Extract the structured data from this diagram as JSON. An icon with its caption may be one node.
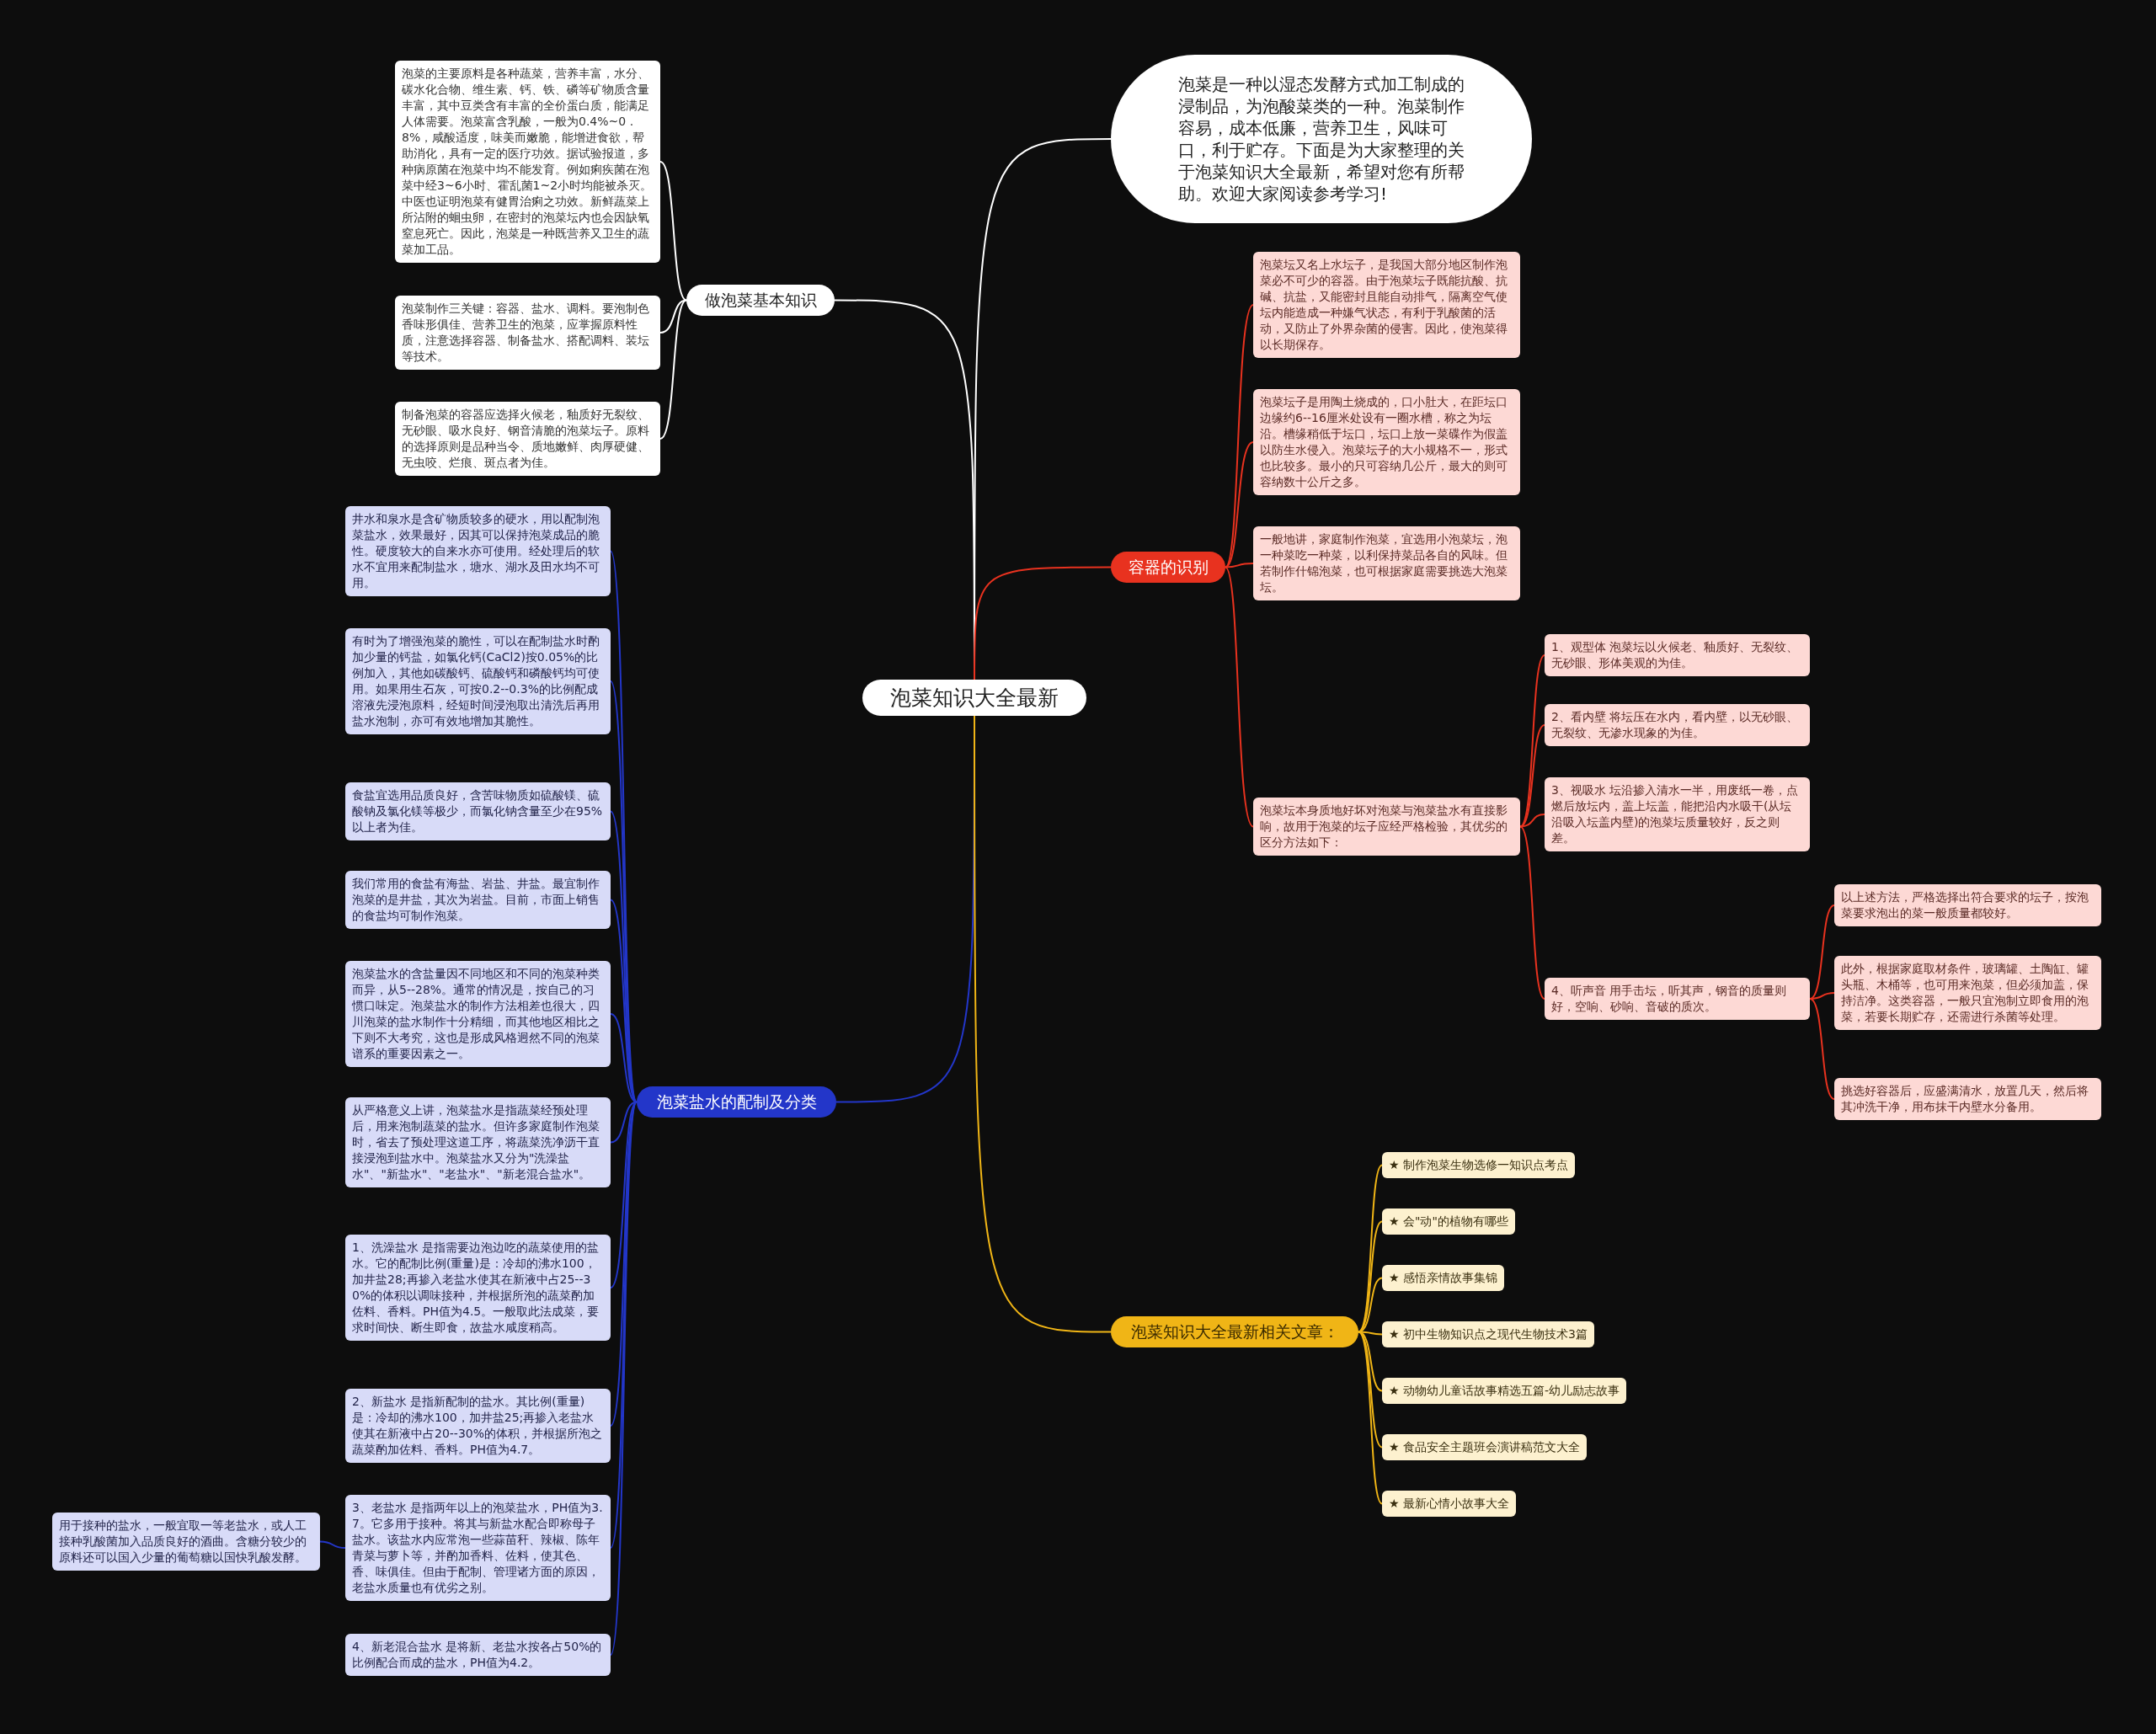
{
  "diagram": {
    "nodes": [
      {
        "text": [
          "泡菜知识大全最新"
        ]
      },
      {
        "text": [
          "泡菜是一种以湿态发酵方式加工制成的浸制品，为泡酸菜类的一种。泡菜制作容易，成本低廉，营养卫生，风味可口，利于贮存。下面是为大家整理的关于泡菜知识大全最新，希望对您有所帮助。欢迎大家阅读参考学习!"
        ]
      },
      {
        "text": [
          "做泡菜基本知识"
        ]
      },
      {
        "text": [
          "泡菜的主要原料是各种蔬菜，营养丰富，水分、碳水化合物、维生素、钙、铁、磷等矿物质含量丰富，其中豆类含有丰富的全价蛋白质，能满足人体需要。泡菜富含乳酸，一般为0.4%~0 .8%，咸酸适度，味美而嫩脆，能增进食欲，帮助消化，具有一定的医疗功效。据试验报道，多种病原菌在泡菜中均不能发育。例如痢疾菌在泡菜中经3~6小时、霍乱菌1~2小时均能被杀灭。中医也证明泡菜有健胃治痢之功效。新鲜蔬菜上所沾附的蛔虫卵，在密封的泡菜坛内也会因缺氧窒息死亡。因此，泡菜是一种既营养又卫生的蔬菜加工品。"
        ]
      },
      {
        "text": [
          "泡菜制作三关键：容器、盐水、调料。要泡制色香味形俱佳、营养卫生的泡菜，应掌握原料性质，注意选择容器、制备盐水、搭配调料、装坛等技术。"
        ]
      },
      {
        "text": [
          "制备泡菜的容器应选择火候老，釉质好无裂纹、无砂眼、吸水良好、钢音清脆的泡菜坛子。原料的选择原则是品种当令、质地嫩鲜、肉厚硬健、无虫咬、烂痕、斑点者为佳。"
        ]
      },
      {
        "text": [
          "容器的识别"
        ]
      },
      {
        "text": [
          "泡菜坛又名上水坛子，是我国大部分地区制作泡菜必不可少的容器。由于泡菜坛子既能抗酸、抗碱、抗盐，又能密封且能自动排气，隔离空气使坛内能造成一种嫌气状态，有利于乳酸菌的活动，又防止了外界杂菌的侵害。因此，使泡菜得以长期保存。"
        ]
      },
      {
        "text": [
          "泡菜坛子是用陶土烧成的，口小肚大，在距坛口边缘约6--16厘米处设有一圈水槽，称之为坛沿。槽缘稍低于坛口，坛口上放一菜碟作为假盖以防生水侵入。泡菜坛子的大小规格不一，形式也比较多。最小的只可容纳几公斤，最大的则可容纳数十公斤之多。"
        ]
      },
      {
        "text": [
          "一般地讲，家庭制作泡菜，宜选用小泡菜坛，泡一种菜吃一种菜，以利保持菜品各自的风味。但若制作什锦泡菜，也可根据家庭需要挑选大泡菜坛。"
        ]
      },
      {
        "text": [
          "泡菜坛本身质地好坏对泡菜与泡菜盐水有直接影响，故用于泡菜的坛子应经严格检验，其优劣的区分方法如下："
        ]
      },
      {
        "text": [
          "1、观型体 泡菜坛以火候老、釉质好、无裂纹、无砂眼、形体美观的为佳。"
        ]
      },
      {
        "text": [
          "2、看内壁 将坛压在水内，看内壁，以无砂眼、无裂纹、无渗水现象的为佳。"
        ]
      },
      {
        "text": [
          "3、视吸水 坛沿掺入清水一半，用废纸一卷，点燃后放坛内，盖上坛盖，能把沿内水吸干(从坛沿吸入坛盖内壁)的泡菜坛质量较好，反之则差。"
        ]
      },
      {
        "text": [
          "4、听声音 用手击坛，听其声，钢音的质量则好，空响、砂响、音破的质次。"
        ]
      },
      {
        "text": [
          "以上述方法，严格选择出符合要求的坛子，按泡菜要求泡出的菜一般质量都较好。"
        ]
      },
      {
        "text": [
          "此外，根据家庭取材条件，玻璃罐、土陶缸、罐头瓶、木桶等，也可用来泡菜，但必须加盖，保持洁净。这类容器，一般只宜泡制立即食用的泡菜，若要长期贮存，还需进行杀菌等处理。"
        ]
      },
      {
        "text": [
          "挑选好容器后，应盛满清水，放置几天，然后将其冲洗干净，用布抹干内壁水分备用。"
        ]
      },
      {
        "text": [
          "泡菜盐水的配制及分类"
        ]
      },
      {
        "text": [
          "井水和泉水是含矿物质较多的硬水，用以配制泡菜盐水，效果最好，因其可以保持泡菜成品的脆性。硬度较大的自来水亦可使用。经处理后的软水不宜用来配制盐水，塘水、湖水及田水均不可用。"
        ]
      },
      {
        "text": [
          "有时为了增强泡菜的脆性，可以在配制盐水时酌加少量的钙盐，如氯化钙(CaCl2)按0.05%的比例加入，其他如碳酸钙、硫酸钙和磷酸钙均可使用。如果用生石灰，可按0.2--0.3%的比例配成溶液先浸泡原料，经短时间浸泡取出清洗后再用盐水泡制，亦可有效地增加其脆性。"
        ]
      },
      {
        "text": [
          "食盐宜选用品质良好，含苦味物质如硫酸镁、硫酸钠及氯化镁等极少，而氯化钠含量至少在95%以上者为佳。"
        ]
      },
      {
        "text": [
          "我们常用的食盐有海盐、岩盐、井盐。最宜制作泡菜的是井盐，其次为岩盐。目前，市面上销售的食盐均可制作泡菜。"
        ]
      },
      {
        "text": [
          "泡菜盐水的含盐量因不同地区和不同的泡菜种类而异，从5--28%。通常的情况是，按自己的习惯口味定。泡菜盐水的制作方法相差也很大，四川泡菜的盐水制作十分精细，而其他地区相比之下则不大考究，这也是形成风格迥然不同的泡菜谱系的重要因素之一。"
        ]
      },
      {
        "text": [
          "从严格意义上讲，泡菜盐水是指蔬菜经预处理后，用来泡制蔬菜的盐水。但许多家庭制作泡菜时，省去了预处理这道工序，将蔬菜洗净沥干直接浸泡到盐水中。泡菜盐水又分为\"洗澡盐水\"、\"新盐水\"、\"老盐水\"、\"新老混合盐水\"。"
        ]
      },
      {
        "text": [
          "1、洗澡盐水 是指需要边泡边吃的蔬菜使用的盐水。它的配制比例(重量)是：冷却的沸水100，加井盐28;再掺入老盐水使其在新液中占25--30%的体积以调味接种，并根据所泡的蔬菜酌加佐料、香料。PH值为4.5。一般取此法成菜，要求时间快、断生即食，故盐水咸度稍高。"
        ]
      },
      {
        "text": [
          "2、新盐水 是指新配制的盐水。其比例(重量)是：冷却的沸水100，加井盐25;再掺入老盐水使其在新液中占20--30%的体积，并根据所泡之蔬菜酌加佐料、香料。PH值为4.7。"
        ]
      },
      {
        "text": [
          "3、老盐水 是指两年以上的泡菜盐水，PH值为3.7。它多用于接种。将其与新盐水配合即称母子盐水。该盐水内应常泡一些蒜苗秆、辣椒、陈年青菜与萝卜等，并酌加香料、佐料，使其色、香、味俱佳。但由于配制、管理诸方面的原因，老盐水质量也有优劣之别。"
        ]
      },
      {
        "text": [
          "4、新老混合盐水 是将新、老盐水按各占50%的比例配合而成的盐水，PH值为4.2。"
        ]
      },
      {
        "text": [
          "用于接种的盐水，一般宜取一等老盐水，或人工接种乳酸菌加入品质良好的酒曲。含糖分较少的原料还可以国入少量的葡萄糖以国快乳酸发酵。"
        ]
      },
      {
        "text": [
          "泡菜知识大全最新相关文章："
        ]
      },
      {
        "text": [
          "★ 制作泡菜生物选修一知识点考点"
        ]
      },
      {
        "text": [
          "★ 会\"动\"的植物有哪些"
        ]
      },
      {
        "text": [
          "★ 感悟亲情故事集锦"
        ]
      },
      {
        "text": [
          "★ 初中生物知识点之现代生物技术3篇"
        ]
      },
      {
        "text": [
          "★ 动物幼儿童话故事精选五篇-幼儿励志故事"
        ]
      },
      {
        "text": [
          "★ 食品安全主题班会演讲稿范文大全"
        ]
      },
      {
        "text": [
          "★ 最新心情小故事大全"
        ]
      }
    ],
    "edges": [
      {
        "from": 0,
        "to": 1,
        "arrow": "none",
        "color": "#ffffff"
      },
      {
        "from": 0,
        "to": 2,
        "arrow": "none",
        "color": "#ffffff"
      },
      {
        "from": 2,
        "to": 3,
        "arrow": "none",
        "color": "#ffffff"
      },
      {
        "from": 2,
        "to": 4,
        "arrow": "none",
        "color": "#ffffff"
      },
      {
        "from": 2,
        "to": 5,
        "arrow": "none",
        "color": "#ffffff"
      },
      {
        "from": 0,
        "to": 6,
        "arrow": "none",
        "color": "#e8321f"
      },
      {
        "from": 6,
        "to": 7,
        "arrow": "none",
        "color": "#e8321f"
      },
      {
        "from": 6,
        "to": 8,
        "arrow": "none",
        "color": "#e8321f"
      },
      {
        "from": 6,
        "to": 9,
        "arrow": "none",
        "color": "#e8321f"
      },
      {
        "from": 6,
        "to": 10,
        "arrow": "none",
        "color": "#e8321f"
      },
      {
        "from": 10,
        "to": 11,
        "arrow": "none",
        "color": "#e8321f"
      },
      {
        "from": 10,
        "to": 12,
        "arrow": "none",
        "color": "#e8321f"
      },
      {
        "from": 10,
        "to": 13,
        "arrow": "none",
        "color": "#e8321f"
      },
      {
        "from": 10,
        "to": 14,
        "arrow": "none",
        "color": "#e8321f"
      },
      {
        "from": 14,
        "to": 15,
        "arrow": "none",
        "color": "#e8321f"
      },
      {
        "from": 14,
        "to": 16,
        "arrow": "none",
        "color": "#e8321f"
      },
      {
        "from": 14,
        "to": 17,
        "arrow": "none",
        "color": "#e8321f"
      },
      {
        "from": 0,
        "to": 18,
        "arrow": "none",
        "color": "#2336c9"
      },
      {
        "from": 18,
        "to": 19,
        "arrow": "none",
        "color": "#2336c9"
      },
      {
        "from": 18,
        "to": 20,
        "arrow": "none",
        "color": "#2336c9"
      },
      {
        "from": 18,
        "to": 21,
        "arrow": "none",
        "color": "#2336c9"
      },
      {
        "from": 18,
        "to": 22,
        "arrow": "none",
        "color": "#2336c9"
      },
      {
        "from": 18,
        "to": 23,
        "arrow": "none",
        "color": "#2336c9"
      },
      {
        "from": 18,
        "to": 24,
        "arrow": "none",
        "color": "#2336c9"
      },
      {
        "from": 18,
        "to": 25,
        "arrow": "none",
        "color": "#2336c9"
      },
      {
        "from": 18,
        "to": 26,
        "arrow": "none",
        "color": "#2336c9"
      },
      {
        "from": 18,
        "to": 27,
        "arrow": "none",
        "color": "#2336c9"
      },
      {
        "from": 18,
        "to": 28,
        "arrow": "none",
        "color": "#2336c9"
      },
      {
        "from": 27,
        "to": 29,
        "arrow": "none",
        "color": "#2336c9"
      },
      {
        "from": 0,
        "to": 30,
        "arrow": "none",
        "color": "#f0b516"
      },
      {
        "from": 30,
        "to": 31,
        "arrow": "none",
        "color": "#f0b516"
      },
      {
        "from": 30,
        "to": 32,
        "arrow": "none",
        "color": "#f0b516"
      },
      {
        "from": 30,
        "to": 33,
        "arrow": "none",
        "color": "#f0b516"
      },
      {
        "from": 30,
        "to": 34,
        "arrow": "none",
        "color": "#f0b516"
      },
      {
        "from": 30,
        "to": 35,
        "arrow": "none",
        "color": "#f0b516"
      },
      {
        "from": 30,
        "to": 36,
        "arrow": "none",
        "color": "#f0b516"
      },
      {
        "from": 30,
        "to": 37,
        "arrow": "none",
        "color": "#f0b516"
      }
    ]
  }
}
